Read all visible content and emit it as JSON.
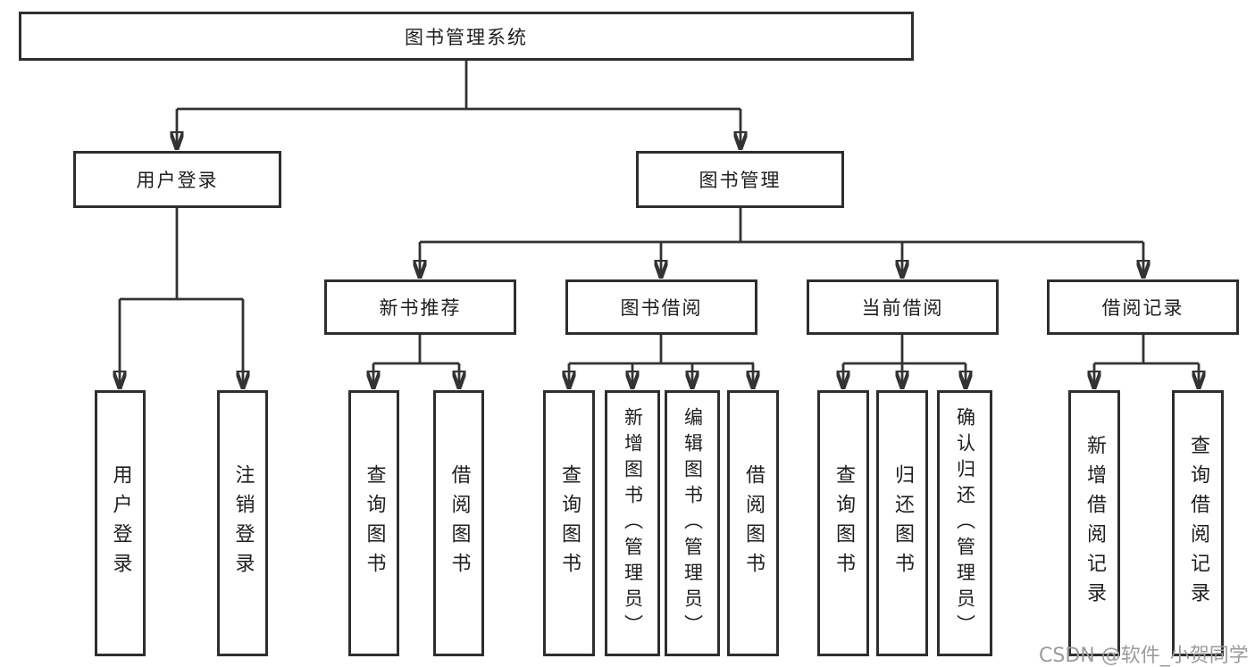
{
  "diagram": {
    "root": {
      "label": "图书管理系统"
    },
    "branches": [
      {
        "label": "用户登录",
        "children": [
          "用户登录",
          "注销登录"
        ]
      },
      {
        "label": "图书管理"
      }
    ],
    "modules": [
      {
        "label": "新书推荐",
        "children": [
          "查询图书",
          "借阅图书"
        ]
      },
      {
        "label": "图书借阅",
        "children": [
          "查询图书",
          "新增图书（管理员）",
          "编辑图书（管理员）",
          "借阅图书"
        ]
      },
      {
        "label": "当前借阅",
        "children": [
          "查询图书",
          "归还图书",
          "确认归还（管理员）"
        ]
      },
      {
        "label": "借阅记录",
        "children": [
          "新增借阅记录",
          "查询借阅记录"
        ]
      }
    ]
  },
  "watermark": {
    "text": "CSDN @软件_小贺同学"
  },
  "colors": {
    "line": "#333333",
    "box_border": "#2e2e2e",
    "text": "#1e1e1e",
    "watermark": "#9b9b9b",
    "background": "#ffffff"
  }
}
